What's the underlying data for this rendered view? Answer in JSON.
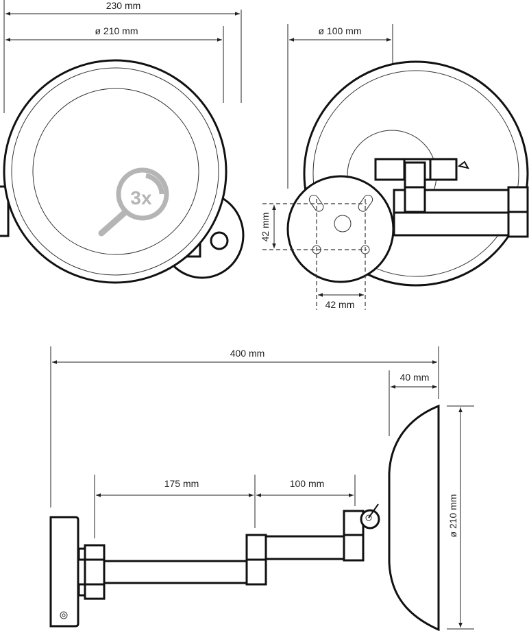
{
  "dimensions": {
    "overall_width": "230 mm",
    "mirror_diameter_front": "ø 210 mm",
    "inner_diameter": "ø 100 mm",
    "mount_hole_vertical": "42 mm",
    "mount_hole_horizontal": "42 mm",
    "total_reach": "400 mm",
    "mirror_depth": "40 mm",
    "arm_long": "175 mm",
    "arm_short": "100 mm",
    "mirror_diameter_side": "ø 210 mm"
  },
  "magnification_badge": "3x",
  "colors": {
    "line": "#111111",
    "badge": "#b5b5b5"
  }
}
